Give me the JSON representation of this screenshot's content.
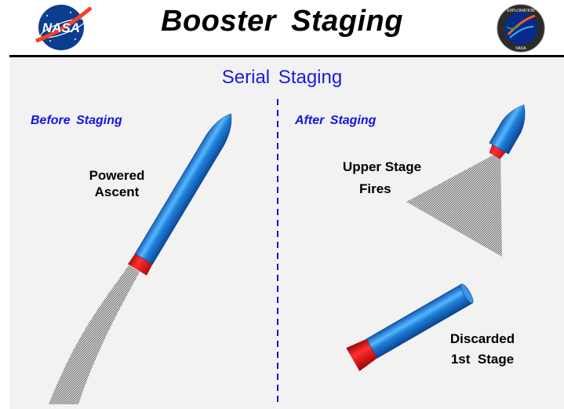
{
  "header": {
    "title": "Booster Staging",
    "logo_left": "NASA",
    "logo_right_top": "EXPLORATION",
    "logo_right_bottom": "NASA"
  },
  "subtitle": "Serial Staging",
  "left_panel": {
    "heading": "Before Staging",
    "label_line1": "Powered",
    "label_line2": "Ascent"
  },
  "right_panel": {
    "heading": "After Staging",
    "upper_label_line1": "Upper Stage",
    "upper_label_line2": "Fires",
    "lower_label_line1": "Discarded",
    "lower_label_line2": "1st  Stage"
  },
  "colors": {
    "rocket_blue": "#1e7ed8",
    "nozzle_red": "#e01010",
    "heading_blue": "#1414e0",
    "divider_blue": "#1414c8"
  }
}
